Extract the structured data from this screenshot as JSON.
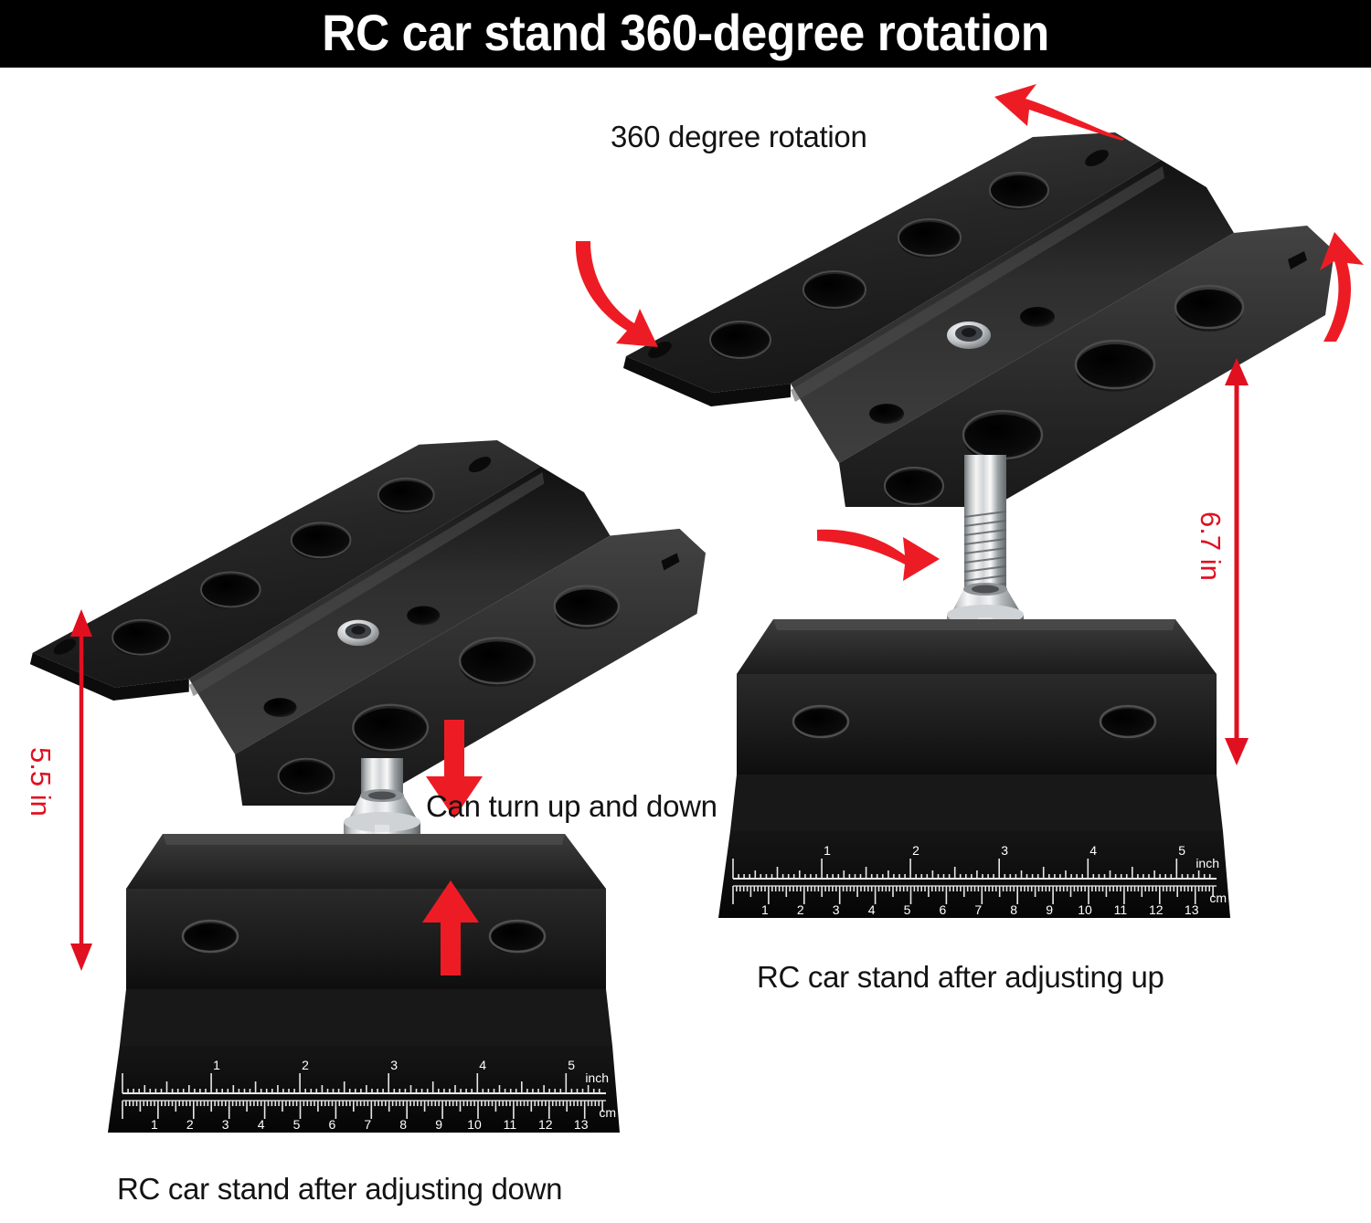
{
  "header": {
    "title": "RC car stand 360-degree rotation",
    "bg_color": "#000000",
    "text_color": "#ffffff"
  },
  "accent_colors": {
    "arrow_red": "#ED1C24",
    "dimension_red": "#E01020",
    "metal_black": "#201f1f",
    "chrome_light": "#f2f2f2",
    "chrome_mid": "#b9bcbe",
    "chrome_dark": "#7d8184"
  },
  "annotations": {
    "rotation_label": "360 degree rotation",
    "turn_label": "Can turn up and down",
    "height_collapsed": "5.5 in",
    "height_extended": "6.7 in"
  },
  "captions": {
    "left": "RC car stand after adjusting down",
    "right": "RC car stand after adjusting up"
  },
  "ruler": {
    "inch_label": "inch",
    "cm_label": "cm",
    "inch_marks": [
      "1",
      "2",
      "3",
      "4",
      "5"
    ],
    "cm_marks": [
      "1",
      "2",
      "3",
      "4",
      "5",
      "6",
      "7",
      "8",
      "9",
      "10",
      "11",
      "12",
      "13"
    ]
  },
  "icons": {
    "curve_arrow_left": "curved-arrow-left-icon",
    "curve_arrow_down_right": "curved-arrow-down-right-icon",
    "curve_arrow_up": "curved-arrow-up-icon",
    "curve_arrow_right": "curved-arrow-right-icon",
    "straight_arrow_down": "straight-arrow-down-icon",
    "straight_arrow_up": "straight-arrow-up-icon",
    "double_arrow_vertical": "double-headed-arrow-icon"
  },
  "units": [
    {
      "id": "left",
      "name": "rc-car-stand-collapsed",
      "height": "5.5 in"
    },
    {
      "id": "right",
      "name": "rc-car-stand-extended",
      "height": "6.7 in"
    }
  ]
}
